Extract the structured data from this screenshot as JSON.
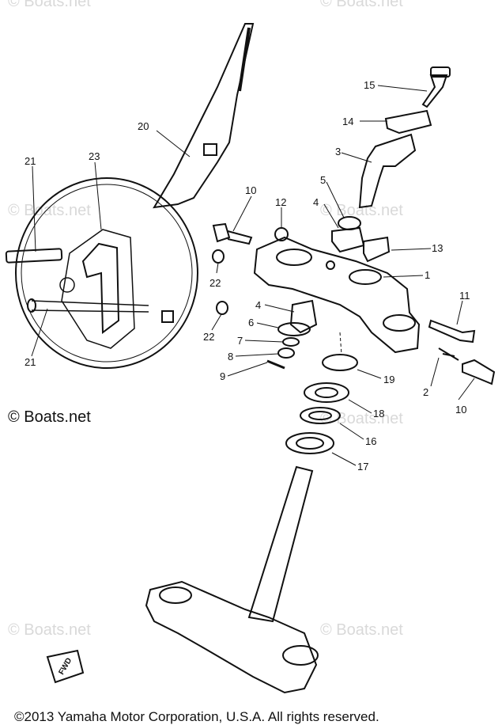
{
  "watermark": "© Boats.net",
  "copyright_overlay": "© Boats.net",
  "footer": "©2013 Yamaha Motor Corporation, U.S.A. All rights reserved.",
  "fwd_marker": "FWD",
  "callouts": {
    "c1": "1",
    "c2": "2",
    "c3": "3",
    "c4a": "4",
    "c4b": "4",
    "c5": "5",
    "c6": "6",
    "c7": "7",
    "c8": "8",
    "c9": "9",
    "c10a": "10",
    "c10b": "10",
    "c11": "11",
    "c12": "12",
    "c13": "13",
    "c14": "14",
    "c15": "15",
    "c16": "16",
    "c17": "17",
    "c18": "18",
    "c19": "19",
    "c20": "20",
    "c21a": "21",
    "c21b": "21",
    "c22a": "22",
    "c22b": "22",
    "c23": "23"
  }
}
